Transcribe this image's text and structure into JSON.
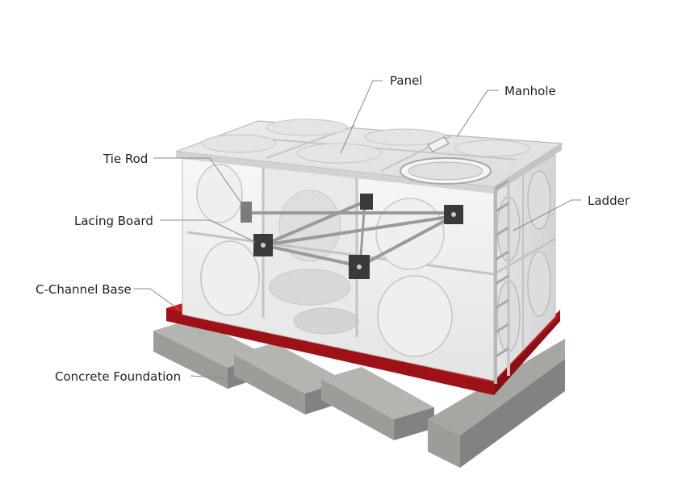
{
  "labels": {
    "panel": "Panel",
    "manhole": "Manhole",
    "tie_rod": "Tie Rod",
    "ladder": "Ladder",
    "lacing_board": "Lacing Board",
    "c_channel_base": "C-Channel Base",
    "concrete_foundation": "Concrete Foundation"
  },
  "colors": {
    "base_red": "#b3141c",
    "concrete": "#9a9a96",
    "panel": "#f3f3f3",
    "plate": "#3a3a3a",
    "leader": "#8a8a8a"
  }
}
